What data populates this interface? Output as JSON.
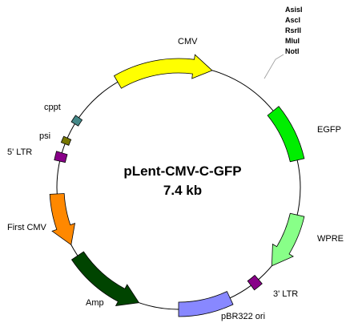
{
  "plasmid": {
    "name": "pLent-CMV-C-GFP",
    "size": "7.4 kb"
  },
  "restriction_sites": [
    "AsisI",
    "AscI",
    "RsrII",
    "MluI",
    "NotI"
  ],
  "features": [
    {
      "key": "cmv",
      "label": "CMV",
      "color": "#ffff00",
      "shape": "arrow-clockwise"
    },
    {
      "key": "egfp",
      "label": "EGFP",
      "color": "#00ee00",
      "shape": "box"
    },
    {
      "key": "wpre",
      "label": "WPRE",
      "color": "#88ff88",
      "shape": "arrow-clockwise"
    },
    {
      "key": "ltr3",
      "label": "3' LTR",
      "color": "#880088",
      "shape": "box"
    },
    {
      "key": "pbr322",
      "label": "pBR322 ori",
      "color": "#8888ff",
      "shape": "box"
    },
    {
      "key": "amp",
      "label": "Amp",
      "color": "#004400",
      "shape": "arrow-counterclockwise"
    },
    {
      "key": "firstcmv",
      "label": "First CMV",
      "color": "#ff8800",
      "shape": "arrow-counterclockwise"
    },
    {
      "key": "ltr5",
      "label": "5' LTR",
      "color": "#880088",
      "shape": "box"
    },
    {
      "key": "psi",
      "label": "psi",
      "color": "#777700",
      "shape": "box"
    },
    {
      "key": "cppt",
      "label": "cppt",
      "color": "#448888",
      "shape": "box"
    }
  ]
}
